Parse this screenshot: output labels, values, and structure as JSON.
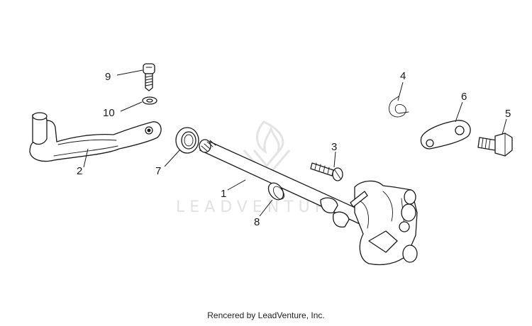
{
  "diagram": {
    "callouts": {
      "c1": "1",
      "c2": "2",
      "c3": "3",
      "c4": "4",
      "c5": "5",
      "c6": "6",
      "c7": "7",
      "c8": "8",
      "c9": "9",
      "c10": "10"
    },
    "watermark": "LEADVENTURE"
  },
  "footer": {
    "credit": "Rencered by LeadVenture, Inc."
  },
  "colors": {
    "line": "#1a1a1a",
    "background": "#ffffff",
    "watermark": "#e2e2e2"
  }
}
